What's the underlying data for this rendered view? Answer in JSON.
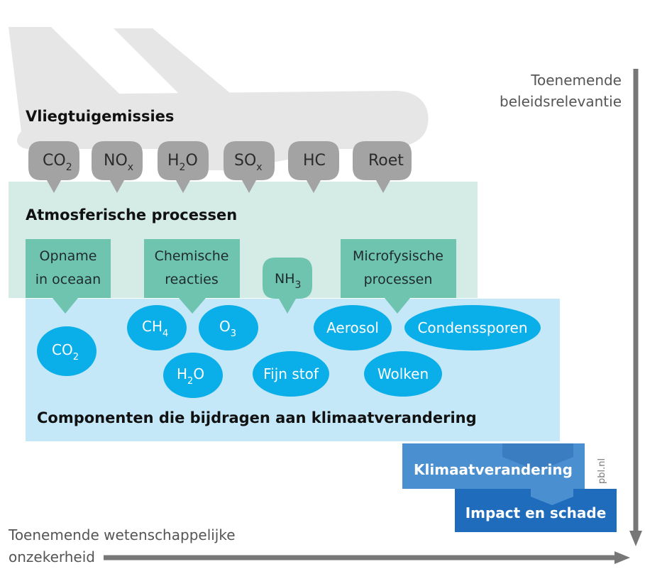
{
  "emissions": {
    "heading": "Vliegtuigemissies",
    "items": [
      {
        "base": "CO",
        "sub": "2"
      },
      {
        "base": "NO",
        "sub": "x"
      },
      {
        "base": "H",
        "sub": "2",
        "tail": "O"
      },
      {
        "base": "SO",
        "sub": "x"
      },
      {
        "base": "HC"
      },
      {
        "base": "Roet"
      }
    ]
  },
  "atmosphere": {
    "heading": "Atmosferische processen",
    "processes": [
      {
        "line1": "Opname",
        "line2": "in oceaan"
      },
      {
        "line1": "Chemische",
        "line2": "reacties"
      },
      {
        "line1": "Microfysische",
        "line2": "processen"
      }
    ],
    "nh3": {
      "base": "NH",
      "sub": "3"
    }
  },
  "components": {
    "heading": "Componenten die bijdragen aan klimaatverandering",
    "items": [
      {
        "base": "CO",
        "sub": "2"
      },
      {
        "base": "CH",
        "sub": "4"
      },
      {
        "base": "O",
        "sub": "3"
      },
      {
        "base": "H",
        "sub": "2",
        "tail": "O"
      },
      {
        "base": "Fijn stof"
      },
      {
        "base": "Aerosol"
      },
      {
        "base": "Condenssporen"
      },
      {
        "base": "Wolken"
      }
    ]
  },
  "outcomes": {
    "climate_change": "Klimaatverandering",
    "impact": "Impact en schade"
  },
  "axes": {
    "vertical": {
      "line1": "Toenemende",
      "line2": "beleidsrelevantie"
    },
    "horizontal": {
      "line1": "Toenemende wetenschappelijke",
      "line2": "onzekerheid"
    }
  },
  "credit": "pbl.nl",
  "colors": {
    "airplane": "#e6e6e6",
    "emission_bubble": "#a3a3a3",
    "atmosphere_panel": "#d4ebe6",
    "process_box": "#6fc4b0",
    "components_panel": "#c4e8f8",
    "component_ellipse": "#0aaee8",
    "climate_box": "#4a8fd0",
    "impact_box": "#1f6cbd",
    "axis_arrow": "#777777"
  }
}
